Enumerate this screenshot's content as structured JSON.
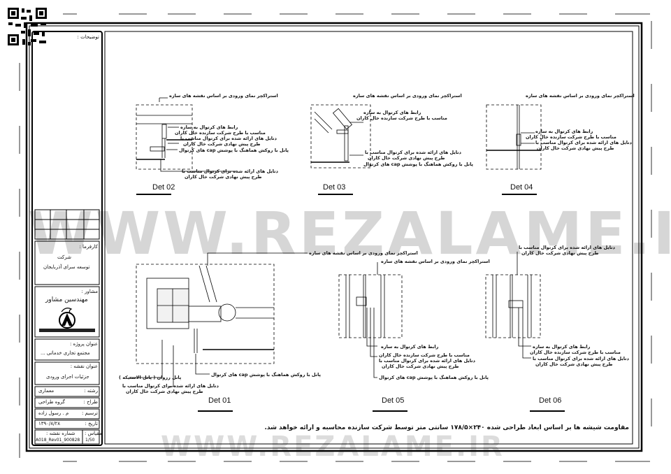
{
  "watermark": "WWW.REZALAME.IR",
  "qr_icon": "qr-code-icon",
  "title_block": {
    "notes_label": "توضیحات :",
    "client_label": "کارفرما :",
    "client_line1": "شرکت",
    "client_line2": "توسعه سرای آذربایجان",
    "consultant_label": "مشاور :",
    "consultant_name": "مهندسین مشاور",
    "project_label": "عنوان پروژه :",
    "project_name": "مجتمع تجاری خدماتی ...",
    "drawing_label": "عنوان نقشه :",
    "drawing_name": "جزئیات اجرای ورودی",
    "discipline_label": "رشته :",
    "discipline": "معماری",
    "designer_label": "طراح :",
    "designer": "گروه طراحی",
    "drafter_label": "ترسیم :",
    "drafter": "م . رسول زاده",
    "date_label": "تاریخ :",
    "date": "۱۳۹۰/۸/۲۸",
    "number_label": "شماره نقشه :",
    "number": "A018_Rev01_900828",
    "scale_label": "مقیاس :",
    "scale": "1/50"
  },
  "labels": {
    "structure": "استراکچر نمای ورودی بر اساس نقشه های سازه",
    "connector": "رابط های کرتوال به سازه",
    "connector2": "مناسب با طرح شرکت سازنده خال کاران",
    "details_a": "دتایل های ارائه شده برای کرتوال مناسب با",
    "details_b": "طرح پیش نهادی شرکت خال کاران",
    "panel_cap": "پانل با روکش هماهنگ با پوشش cap های کرتوال",
    "panel_rezvan": "پانل رزوان ( پانل الاستیکه )"
  },
  "details": [
    "Det 02",
    "Det 03",
    "Det 04",
    "Det 01",
    "Det 05",
    "Det 06"
  ],
  "note": "مقاومت شیشه ها بر اساس ابعاد طراحی شده ۲۴۰×۱۷۸/۵ سانتی متر توسط شرکت سازنده محاسبه و ارائه خواهد شد."
}
